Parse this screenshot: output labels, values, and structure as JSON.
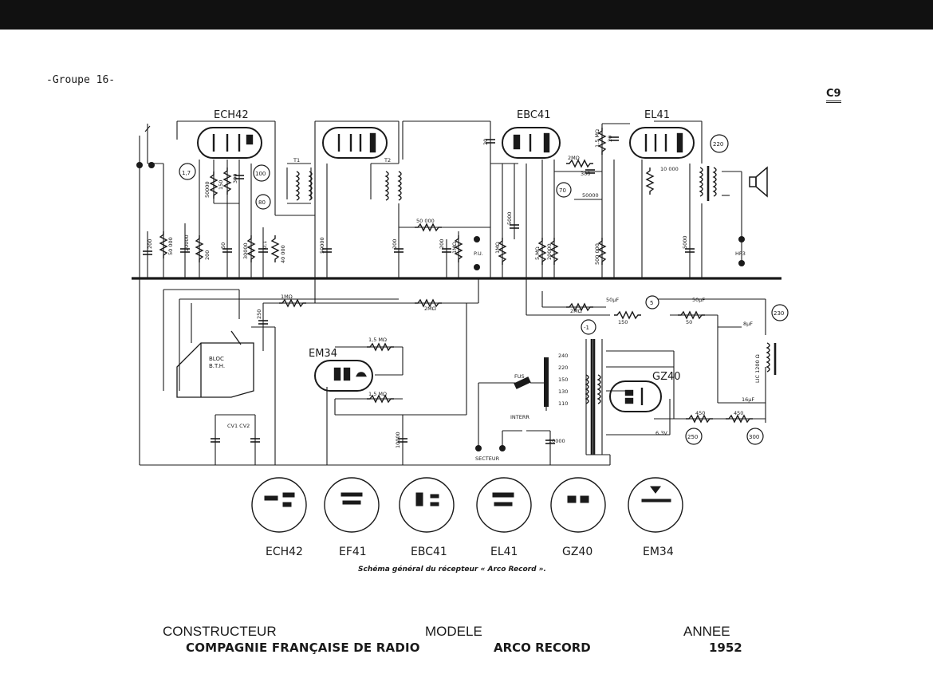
{
  "header": {
    "group_label": "-Groupe 16-",
    "sheet_code": "C9"
  },
  "tubes": {
    "ech42": "ECH42",
    "ef41_unlabeled": "",
    "ebc41": "EBC41",
    "el41": "EL41",
    "em34": "EM34",
    "gz40": "GZ40"
  },
  "components": {
    "r_50000_a": "50 000",
    "c_200_a": "200",
    "c_20000": "20000",
    "r_200": "200",
    "r_50000_b": "50000",
    "r_150": "150",
    "c_300": "300",
    "c_50": "50",
    "r_30000": "30000",
    "c_01": "0,1",
    "r_40000": "40 000",
    "r_50000_c": "50000",
    "t1": "T1",
    "t2": "T2",
    "r_50000_d": "50 000",
    "c_200_b": "200",
    "c_200_c": "200",
    "r_1mo_a": "1MΩ",
    "pu": "P.U.",
    "c_20": "20",
    "r_5000": "5000",
    "r_1mo_b": "1MΩ",
    "r_5mo": "5 MΩ",
    "r_20000": "20000",
    "r_2mo_a": "2MΩ",
    "c_300_b": "300",
    "c_50000": "50000",
    "r_500000": "500 000",
    "r_15mo": "1,5 MΩ",
    "c_20_b": "20",
    "r_10000": "10 000",
    "c_5000": "5000",
    "hp": "HP3",
    "bus_1mo": "1MΩ",
    "bus_2mo": "2MΩ",
    "bus_2mo_b": "2MΩ",
    "c_50uf_a": "50µF",
    "r_150_b": "150",
    "c_50uf_b": "50µF",
    "r_50": "50",
    "c_8uf": "8µF",
    "c_16uf": "16µF",
    "r_450_a": "450",
    "r_450_b": "450",
    "choke": "LIC 1200 Ω",
    "r_15mo_a": "1,5 MΩ",
    "r_15mo_b": "1,5 MΩ",
    "c_10000_a": "10000",
    "c_10000_b": "10000",
    "c_250": "250",
    "bloc": "BLOC\nB.T.H.",
    "cv": "CV1 CV2",
    "fus": "FUS",
    "interr": "INTERR",
    "secteur": "SECTEUR",
    "taps": [
      "240",
      "220",
      "150",
      "130",
      "110"
    ],
    "heater": "6,3V",
    "minus1": "-1"
  },
  "test_points": {
    "tp_17": "1,7",
    "tp_100": "100",
    "tp_80": "80",
    "tp_70": "70",
    "tp_220": "220",
    "tp_5": "5",
    "tp_230": "230",
    "tp_250": "250",
    "tp_300": "300"
  },
  "socket_labels": [
    "ECH42",
    "EF41",
    "EBC41",
    "EL41",
    "GZ40",
    "EM34"
  ],
  "caption": "Schéma général du récepteur « Arco Record ».",
  "footer": {
    "constructeur_label": "CONSTRUCTEUR",
    "constructeur_value": "COMPAGNIE FRANÇAISE DE RADIO",
    "modele_label": "MODELE",
    "modele_value": "ARCO RECORD",
    "annee_label": "ANNEE",
    "annee_value": "1952"
  }
}
